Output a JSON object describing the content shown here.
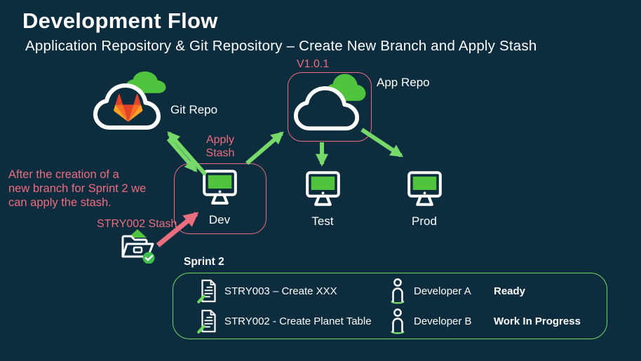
{
  "colors": {
    "background": "#0d2c3e",
    "pink": "#ea6e7f",
    "green": "#50c43d",
    "green_light": "#76d96a",
    "white": "#ffffff",
    "gitlab_red": "#e24329",
    "gitlab_orange": "#fc6d26",
    "gitlab_yellow": "#fca326"
  },
  "header": {
    "title": "Development Flow",
    "subtitle": "Application Repository & Git Repository – Create New Branch and Apply Stash"
  },
  "nodes": {
    "git_repo": {
      "label": "Git Repo",
      "icon": "gitlab-cloud-icon"
    },
    "app_repo": {
      "label": "App Repo",
      "version": "V1.0.1",
      "icon": "cloud-icon"
    },
    "dev": {
      "label": "Dev",
      "icon": "monitor-icon"
    },
    "test": {
      "label": "Test",
      "icon": "monitor-icon"
    },
    "prod": {
      "label": "Prod",
      "icon": "monitor-icon"
    }
  },
  "annotations": {
    "apply_stash": "Apply Stash",
    "note": "After the creation of a\nnew branch for Sprint 2 we\ncan apply the stash.",
    "stash_label": "STRY002 Stash",
    "stash_icon": "folder-check-icon"
  },
  "sprint": {
    "title": "Sprint 2",
    "items": [
      {
        "story": "STRY003 – Create XXX",
        "assignee": "Developer A",
        "status": "Ready",
        "story_icon": "story-doc-icon",
        "assignee_icon": "person-icon"
      },
      {
        "story": "STRY002 - Create Planet Table",
        "assignee": "Developer B",
        "status": "Work In Progress",
        "story_icon": "story-doc-icon",
        "assignee_icon": "person-icon"
      }
    ]
  }
}
